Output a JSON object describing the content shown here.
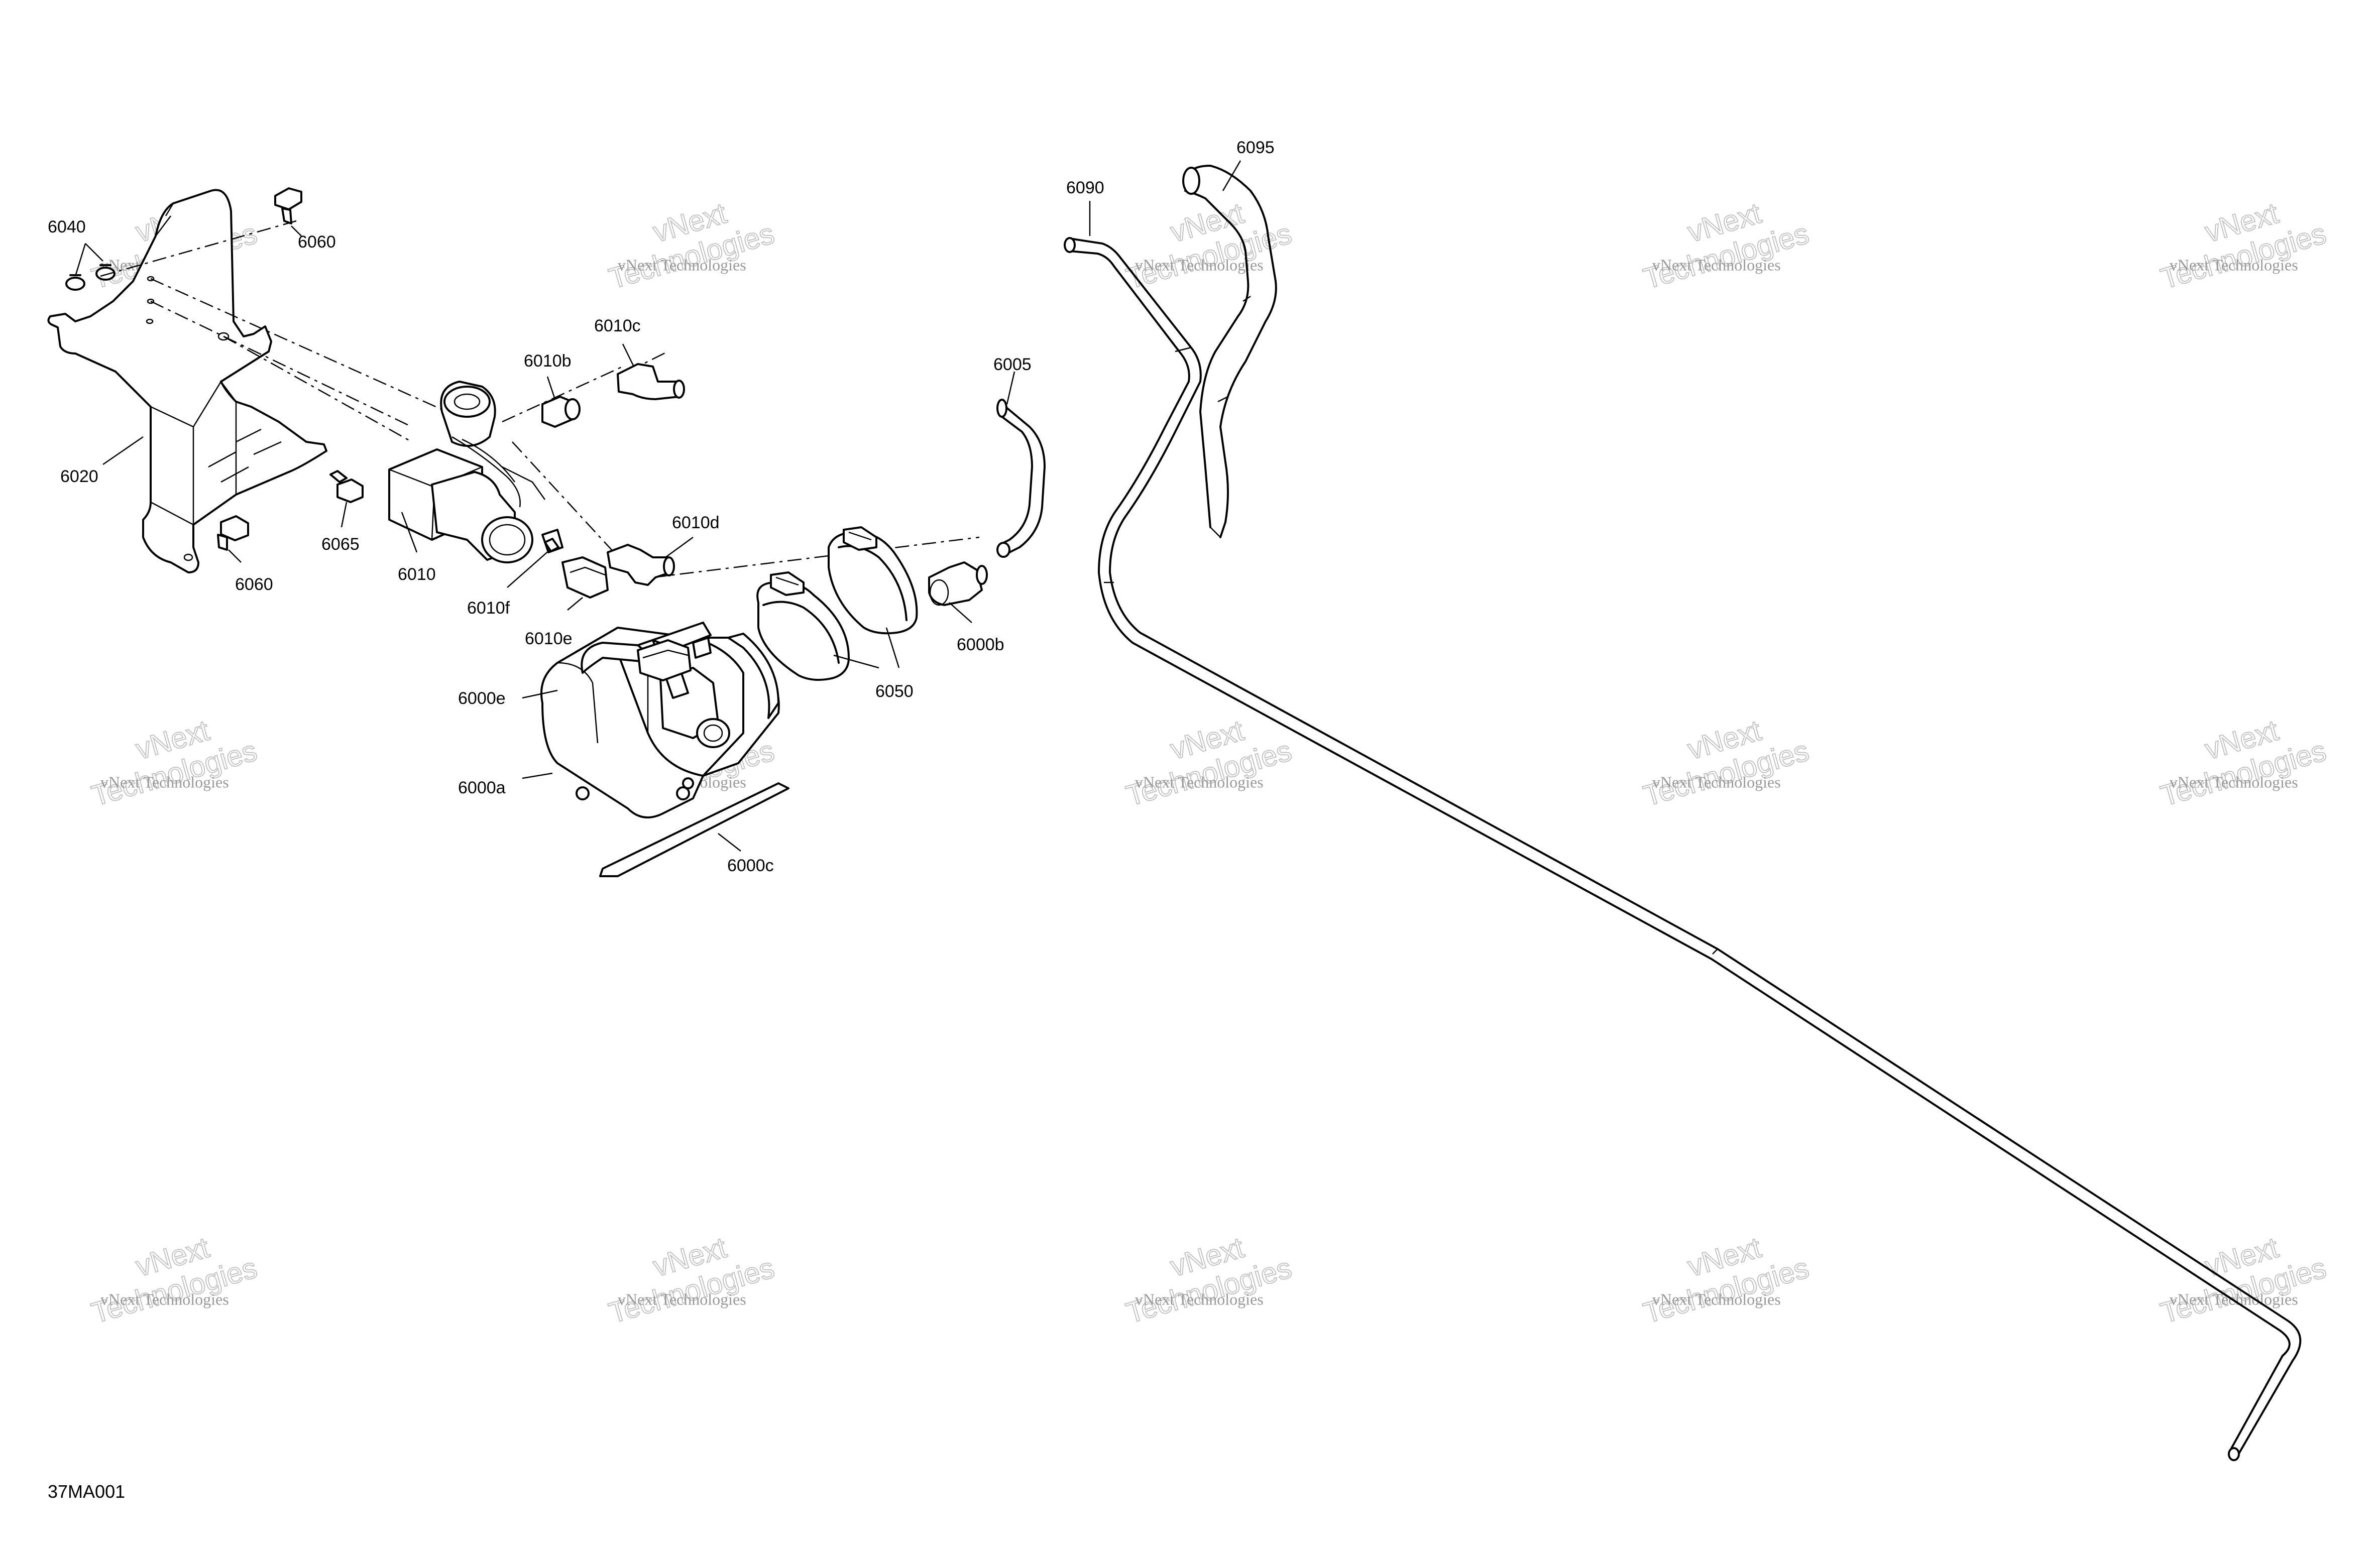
{
  "callouts": {
    "c6040": "6040",
    "c6060_top": "6060",
    "c6020": "6020",
    "c6060": "6060",
    "c6065": "6065",
    "c6010": "6010",
    "c6010b": "6010b",
    "c6010c": "6010c",
    "c6010d": "6010d",
    "c6010e": "6010e",
    "c6010f": "6010f",
    "c6005": "6005",
    "c6000b": "6000b",
    "c6050": "6050",
    "c6000e": "6000e",
    "c6000a": "6000a",
    "c6000c": "6000c",
    "c6090": "6090",
    "c6095": "6095"
  },
  "figure_code": "37MA001",
  "watermark": {
    "line1": "vNext Technologies",
    "line2": "vNext",
    "line3": "Technologies"
  }
}
